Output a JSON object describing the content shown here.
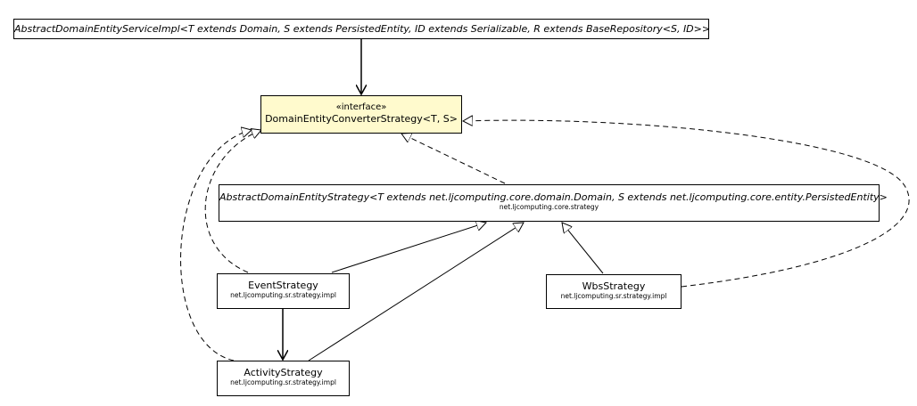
{
  "nodes": {
    "service_impl": {
      "name": "AbstractDomainEntityServiceImpl<T extends Domain, S extends PersistedEntity, ID extends Serializable, R extends BaseRepository<S, ID>>"
    },
    "converter_strategy": {
      "stereotype": "«interface»",
      "name": "DomainEntityConverterStrategy<T, S>"
    },
    "abstract_strategy": {
      "name": "AbstractDomainEntityStrategy<T extends net.ljcomputing.core.domain.Domain, S extends net.ljcomputing.core.entity.PersistedEntity>",
      "package": "net.ljcomputing.core.strategy"
    },
    "event_strategy": {
      "name": "EventStrategy",
      "package": "net.ljcomputing.sr.strategy.impl"
    },
    "wbs_strategy": {
      "name": "WbsStrategy",
      "package": "net.ljcomputing.sr.strategy.impl"
    },
    "activity_strategy": {
      "name": "ActivityStrategy",
      "package": "net.ljcomputing.sr.strategy.impl"
    }
  },
  "colors": {
    "interface_fill": "#fffacd",
    "class_fill": "#ffffff",
    "line": "#000000"
  }
}
